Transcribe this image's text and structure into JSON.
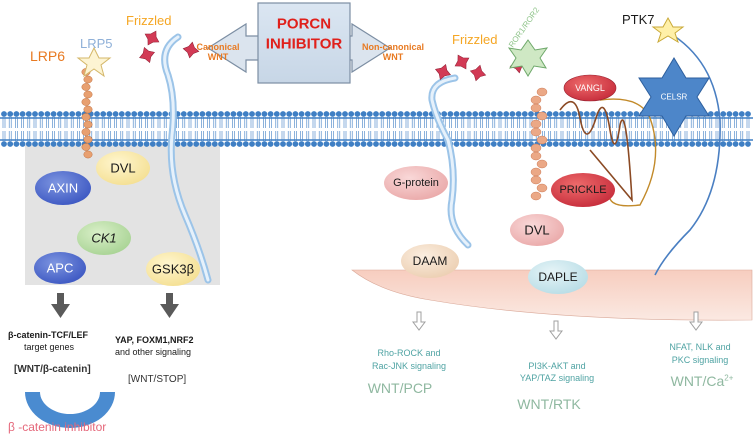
{
  "center_box": {
    "line1": "PORCN",
    "line2": "INHIBITOR"
  },
  "arrows": {
    "left": "Canonical\nWNT",
    "right": "Non-canonical\nWNT"
  },
  "receptors": {
    "lrp6": "LRP6",
    "lrp5": "LRP5",
    "frizzled_left": "Frizzled",
    "frizzled_right": "Frizzled",
    "ror": "ROR1/ROR2",
    "ptk7": "PTK7",
    "celsr": "CELSR",
    "vangl": "VANGL"
  },
  "canonical_complex": {
    "axin": "AXIN",
    "dvl": "DVL",
    "ck1": "CK1",
    "apc": "APC",
    "gsk3b": "GSK3β"
  },
  "noncanonical": {
    "gprotein": "G-protein",
    "prickle": "PRICKLE",
    "dvl": "DVL",
    "daam": "DAAM",
    "daple": "DAPLE"
  },
  "outputs": {
    "beta_catenin": {
      "line1": "β-catenin-TCF/LEF",
      "line2": "target genes",
      "pathway": "[WNT/β-catenin]"
    },
    "stop": {
      "line1": "YAP, FOXM1,NRF2",
      "line2": "and other signaling",
      "pathway": "[WNT/STOP]"
    },
    "pcp": {
      "line1": "Rho-ROCK and",
      "line2": "Rac-JNK signaling",
      "pathway": "WNT/PCP"
    },
    "rtk": {
      "line1": "PI3K-AKT and",
      "line2": "YAP/TAZ signaling",
      "pathway": "WNT/RTK"
    },
    "ca": {
      "line1": "NFAT, NLK and",
      "line2": "PKC signaling",
      "pathway": "WNT/Ca",
      "pathway_sup": "2+"
    }
  },
  "inhibitor_label": "β -catenin inhibitor",
  "colors": {
    "membrane": "#3f7fc4",
    "gray_box": "#e3e3e3",
    "ligand": "#d23a55",
    "porcn_text": "#e0201b",
    "orange_text": "#e87a22",
    "frizzled_text": "#f5a623",
    "pathway_green": "#8fb8a0",
    "teal_text": "#4fa3a3",
    "inhibitor_red": "#e5687b"
  }
}
